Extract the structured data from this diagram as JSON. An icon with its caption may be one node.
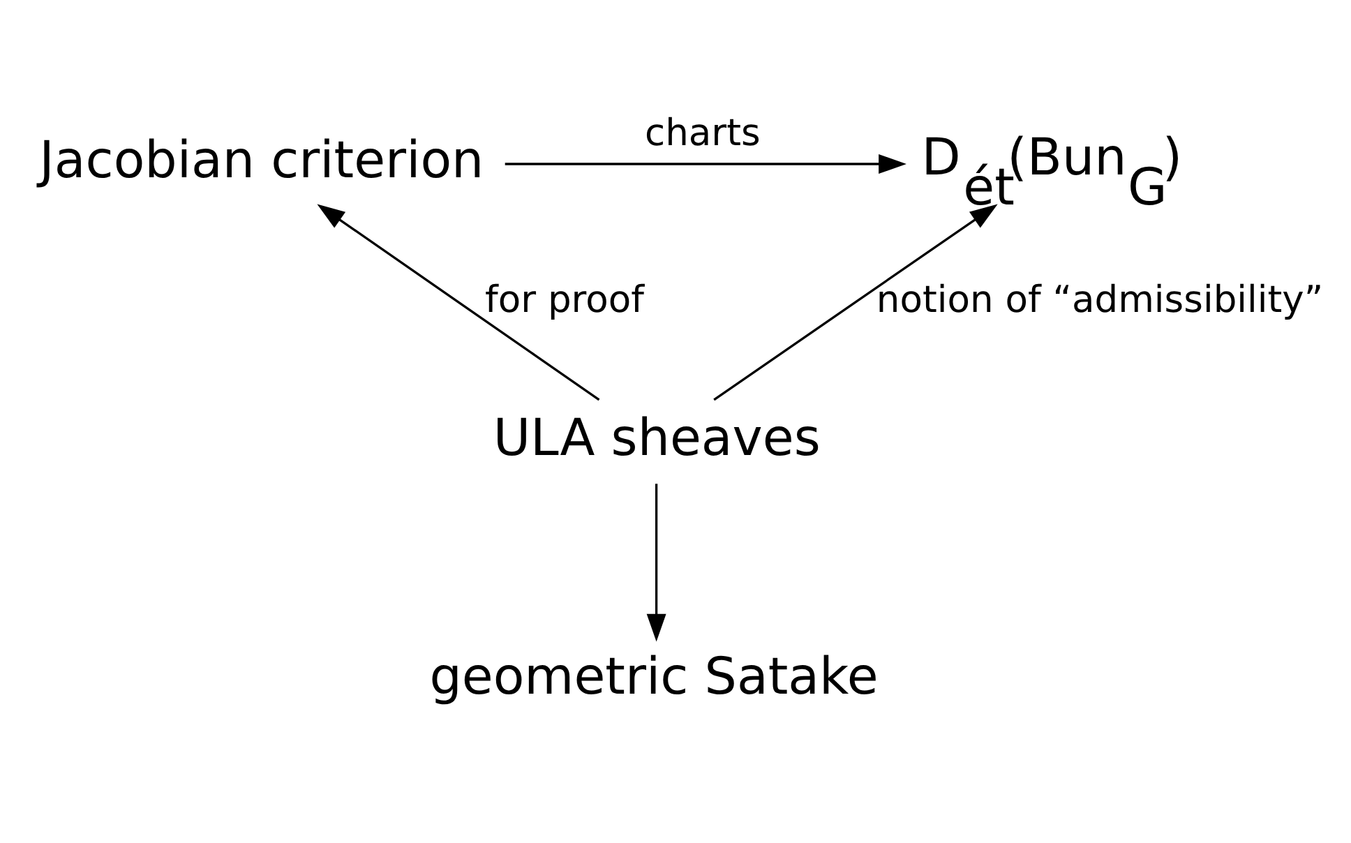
{
  "diagram": {
    "nodes": [
      {
        "text": [
          "D$_{ét}$(Bun$_{G}$)"
        ]
      },
      {
        "text": [
          "Jacobian criterion"
        ]
      },
      {
        "text": [
          "ULA sheaves"
        ]
      },
      {
        "text": [
          "geometric Satake"
        ]
      }
    ],
    "edges": [
      {
        "from": 1,
        "to": 0,
        "arrow": "to",
        "label": "charts"
      },
      {
        "from": 2,
        "to": 0,
        "arrow": "to",
        "label": "notion of “admissibility”"
      },
      {
        "from": 2,
        "to": 1,
        "arrow": "to",
        "label": "for proof"
      },
      {
        "from": 2,
        "to": 3,
        "arrow": "to"
      }
    ]
  }
}
